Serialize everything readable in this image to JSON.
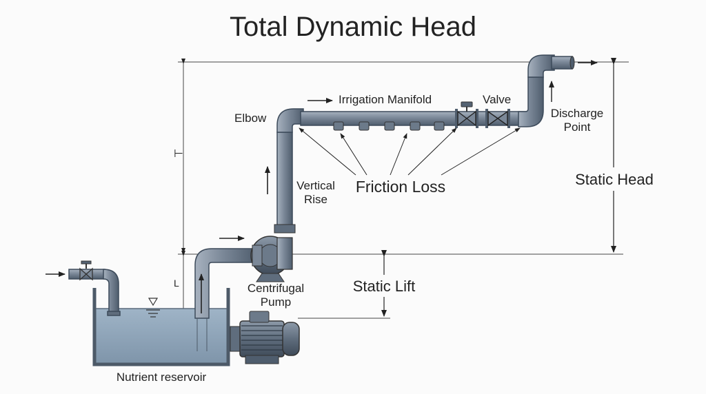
{
  "title": "Total Dynamic Head",
  "labels": {
    "elbow": "Elbow",
    "manifold": "Irrigation Manifold",
    "valve": "Valve",
    "discharge_line1": "Discharge",
    "discharge_line2": "Point",
    "vertical_line1": "Vertical",
    "vertical_line2": "Rise",
    "friction_loss": "Friction Loss",
    "static_head": "Static Head",
    "static_lift": "Static Lift",
    "pump_line1": "Centrifugal",
    "pump_line2": "Pump",
    "reservoir": "Nutrient reservoir",
    "dim_upper": "⊢",
    "dim_lower": "L"
  },
  "colors": {
    "pipe": "#7b8898",
    "pipe_dark": "#3c4a5a",
    "water": "#8fa6bb",
    "tank_wall": "#5d6b7a",
    "line": "#222222"
  }
}
